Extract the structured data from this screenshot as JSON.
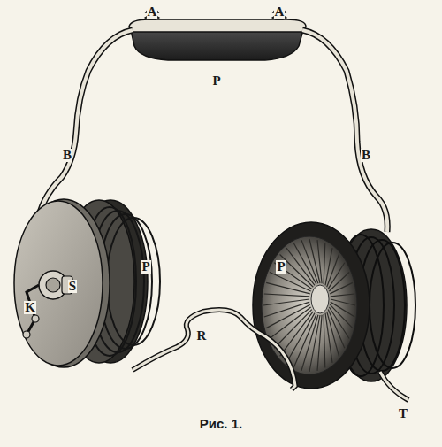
{
  "diagram": {
    "caption": "Рис. 1.",
    "labels": [
      "A",
      "A",
      "P",
      "B",
      "B",
      "P",
      "P",
      "S",
      "K",
      "R",
      "T"
    ]
  }
}
